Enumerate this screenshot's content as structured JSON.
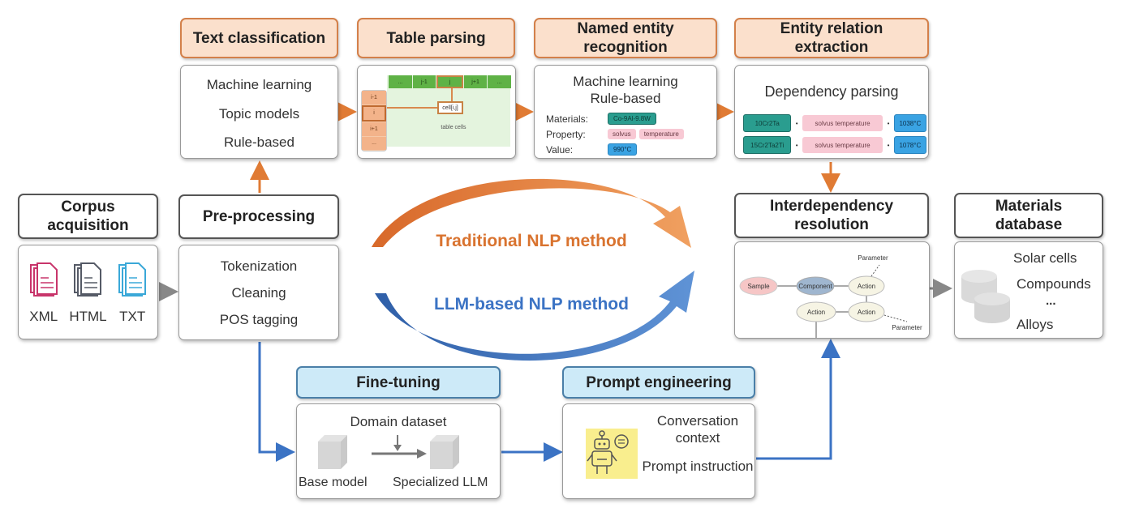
{
  "colors": {
    "traditional": "#e07b34",
    "llm": "#3b73c4",
    "neutral_arrow": "#888888",
    "header_orange_fill": "#fbe0cc",
    "header_blue_fill": "#cdeaf8"
  },
  "corpus": {
    "title": "Corpus acquisition",
    "files": [
      {
        "label": "XML",
        "icon": "document-stack-icon",
        "color": "#c8356b"
      },
      {
        "label": "HTML",
        "icon": "document-stack-icon",
        "color": "#555a66"
      },
      {
        "label": "TXT",
        "icon": "document-stack-icon",
        "color": "#3aa8d8"
      }
    ]
  },
  "preprocessing": {
    "title": "Pre-processing",
    "items": [
      "Tokenization",
      "Cleaning",
      "POS tagging"
    ]
  },
  "text_classification": {
    "title": "Text classification",
    "items": [
      "Machine learning",
      "Topic models",
      "Rule-based"
    ]
  },
  "table_parsing": {
    "title": "Table parsing",
    "col_headers": [
      "...",
      "j-1",
      "j",
      "j+1",
      "..."
    ],
    "row_headers": [
      "i-1",
      "i",
      "i+1",
      "..."
    ],
    "cell_label": "cell[i,j]",
    "caption": "table cells"
  },
  "ner": {
    "title": "Named entity recognition",
    "methods": [
      "Machine learning",
      "Rule-based"
    ],
    "fields": [
      {
        "label": "Materials:",
        "tags": [
          {
            "text": "Co-9Al-9.8W",
            "kind": "teal"
          }
        ]
      },
      {
        "label": "Property:",
        "tags": [
          {
            "text": "solvus",
            "kind": "pink"
          },
          {
            "text": "temperature",
            "kind": "pink"
          }
        ]
      },
      {
        "label": "Value:",
        "tags": [
          {
            "text": "990°C",
            "kind": "sky"
          }
        ]
      }
    ]
  },
  "relation_extraction": {
    "title": "Entity relation extraction",
    "method": "Dependency parsing",
    "rows": [
      {
        "material": "10Cr2Ta",
        "property": "solvus temperature",
        "value": "1038°C"
      },
      {
        "material": "15Cr2Ta2Ti",
        "property": "solvus temperature",
        "value": "1078°C"
      }
    ]
  },
  "interdependency": {
    "title": "Interdependency resolution",
    "nodes": {
      "sample": "Sample",
      "component": "Component",
      "action1": "Action",
      "action2": "Action",
      "action3": "Action",
      "param1": "Parameter",
      "param2": "Parameter"
    }
  },
  "materials_db": {
    "title": "Materials database",
    "items": [
      "Solar cells",
      "Compounds",
      "...",
      "Alloys"
    ]
  },
  "methods": {
    "traditional": "Traditional NLP method",
    "llm": "LLM-based NLP method"
  },
  "finetuning": {
    "title": "Fine-tuning",
    "dataset": "Domain dataset",
    "base": "Base model",
    "specialized": "Specialized LLM"
  },
  "prompt": {
    "title": "Prompt engineering",
    "items": [
      "Conversation context",
      "Prompt instruction"
    ]
  }
}
